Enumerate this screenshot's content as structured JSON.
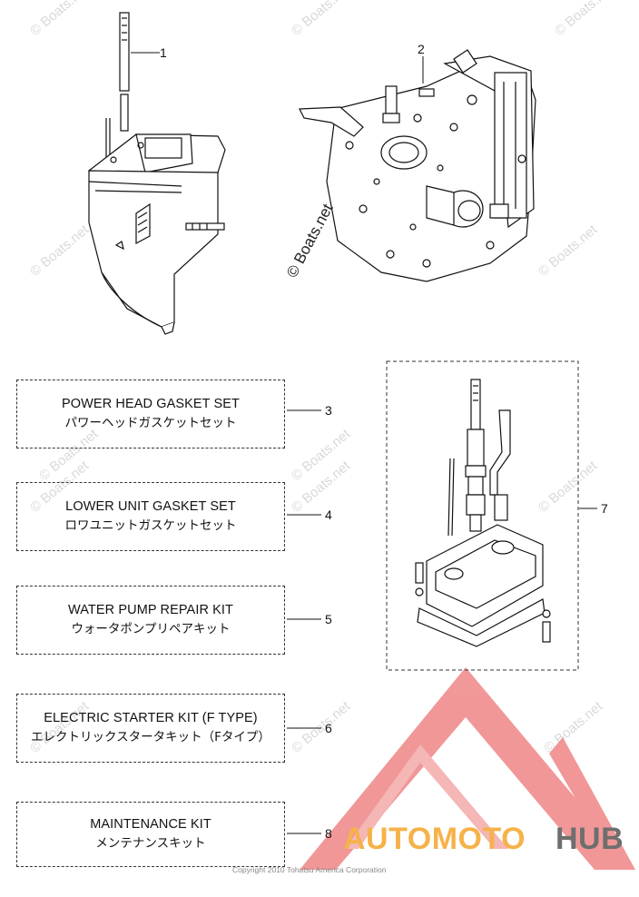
{
  "callouts": [
    "1",
    "2",
    "3",
    "4",
    "5",
    "6",
    "7",
    "8"
  ],
  "kits": [
    {
      "en": "POWER HEAD GASKET SET",
      "jp": "パワーヘッドガスケットセット"
    },
    {
      "en": "LOWER UNIT GASKET SET",
      "jp": "ロワユニットガスケットセット"
    },
    {
      "en": "WATER PUMP REPAIR KIT",
      "jp": "ウォータポンプリペアキット"
    },
    {
      "en": "ELECTRIC STARTER KIT (F TYPE)",
      "jp": "エレクトリックスタータキット（Fタイプ）"
    },
    {
      "en": "MAINTENANCE KIT",
      "jp": "メンテナンスキット"
    }
  ],
  "watermark": {
    "text": "© Boats.net",
    "color": "#d9d9d9"
  },
  "copyright": "Copyright 2010 Tohatsu America Corporation",
  "logo": {
    "part1": "AUTOMOTO",
    "part2": "HUB",
    "color_part1": "#f6b24a",
    "color_part2": "#6e6e6e",
    "triangle_color": "#f08f8f"
  }
}
